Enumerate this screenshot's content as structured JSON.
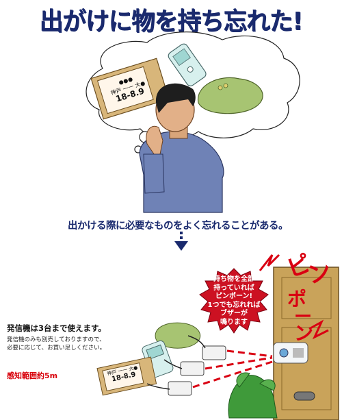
{
  "headline": "出がけに物を持ち忘れた!",
  "subheadline": "出かける際に必要なものをよく忘れることがある。",
  "illustration": {
    "card_lines": [
      "●●●",
      "神戸 一一 大●",
      "18-8.9"
    ],
    "bubble_items": [
      "card-case",
      "mobile-phone",
      "coin-purse"
    ]
  },
  "device_card_lines": [
    "神戸 一一 大●",
    "18-8.9"
  ],
  "burst_message": [
    "持ち物を全部",
    "持っていれば",
    "ピンポーン!",
    "1つでも忘れれば",
    "ブザーが",
    "鳴ります"
  ],
  "sound_effect": [
    "ピ",
    "ン",
    "ポ",
    "ー",
    "ン"
  ],
  "note": {
    "title": "発信機は3台まで使えます。",
    "body": [
      "発信機のみも別売しておりますので、",
      "必要に応じて、お買い足しください。"
    ]
  },
  "range_label": "感知範囲約5m",
  "colors": {
    "headline": "#1a2a6e",
    "accent_red": "#d90012",
    "door": "#c9a35a",
    "burst": "#cc1122"
  }
}
